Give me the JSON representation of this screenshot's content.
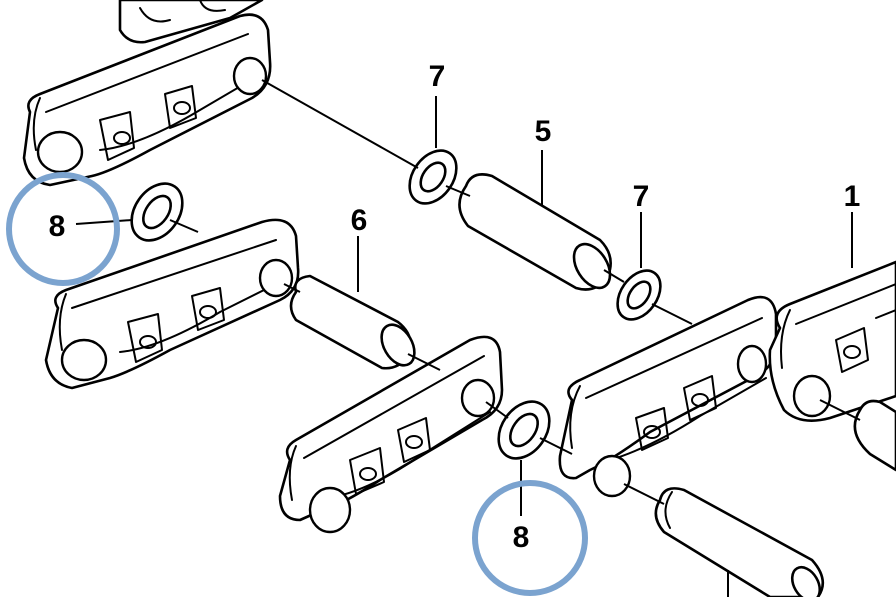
{
  "callouts": [
    {
      "id": "c1",
      "label": "1"
    },
    {
      "id": "c5",
      "label": "5"
    },
    {
      "id": "c6",
      "label": "6"
    },
    {
      "id": "c7a",
      "label": "7"
    },
    {
      "id": "c7b",
      "label": "7"
    },
    {
      "id": "c8a",
      "label": "8"
    },
    {
      "id": "c8b",
      "label": "8"
    }
  ],
  "highlight": {
    "color": "#7ba3cf",
    "targets": [
      "8",
      "8"
    ]
  }
}
